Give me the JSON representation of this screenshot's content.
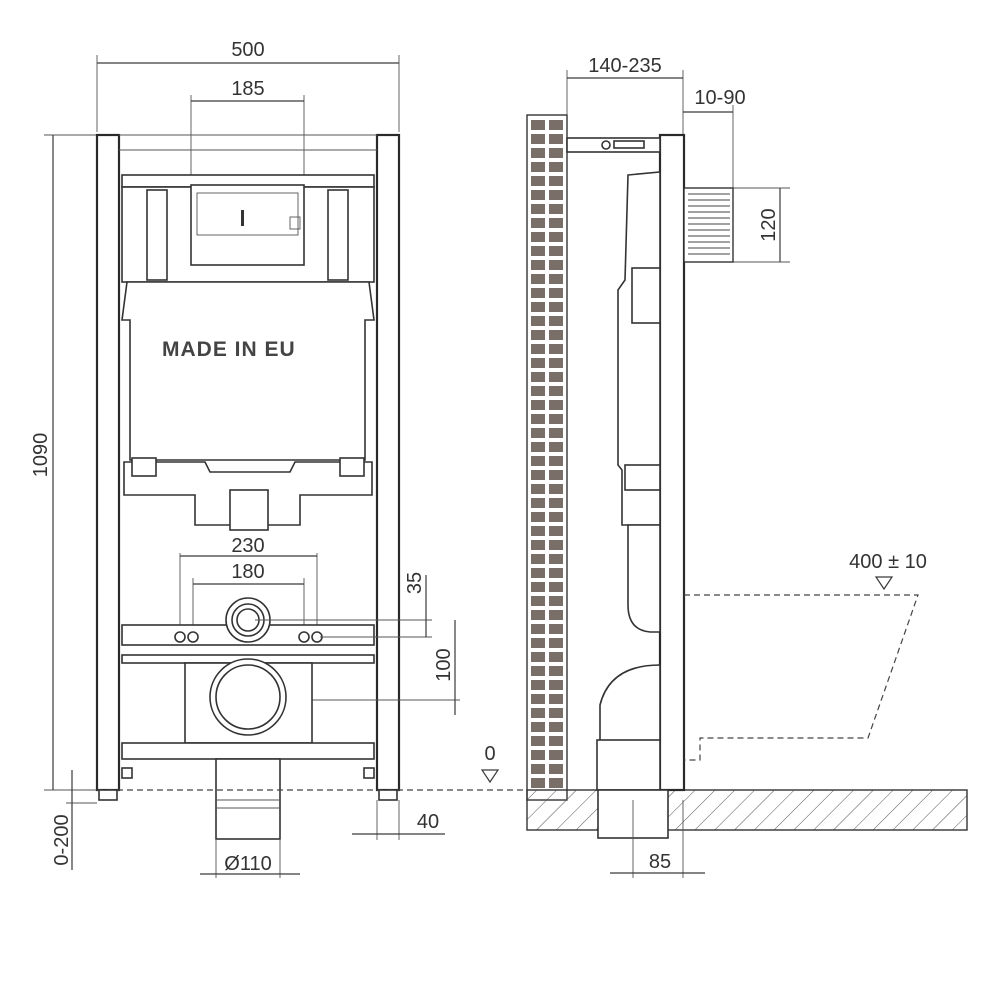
{
  "front_view": {
    "width_label": "500",
    "button_width_label": "185",
    "height_label": "1090",
    "adjust_label": "0-200",
    "stud_230_label": "230",
    "stud_180_label": "180",
    "offset_35_label": "35",
    "offset_100_label": "100",
    "foot_40_label": "40",
    "pipe_label": "Ø110",
    "made_in_label": "MADE IN EU"
  },
  "side_view": {
    "depth_label": "140-235",
    "wall_gap_label": "10-90",
    "button_height_label": "120",
    "bowl_height_label": "400 ± 10",
    "floor_zero_label": "0",
    "drain_offset_label": "85"
  }
}
